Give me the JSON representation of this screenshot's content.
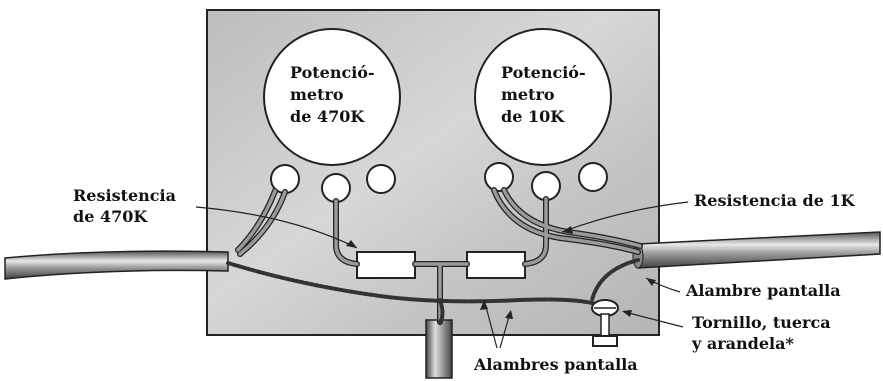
{
  "pot_left": {
    "line1": "Potenció-",
    "line2": "metro",
    "line3": "de 470K"
  },
  "pot_right": {
    "line1": "Potenció-",
    "line2": "metro",
    "line3": "de 10K"
  },
  "labels": {
    "res_470k_line1": "Resistencia",
    "res_470k_line2": "de 470K",
    "res_1k": "Resistencia de 1K",
    "shield_wire": "Alambre pantalla",
    "screw_line1": "Tornillo, tuerca",
    "screw_line2": "y arandela*",
    "shield_wires": "Alambres pantalla"
  },
  "colors": {
    "box": "#c9c9c9",
    "ink": "#111111",
    "wire": "#777777"
  }
}
